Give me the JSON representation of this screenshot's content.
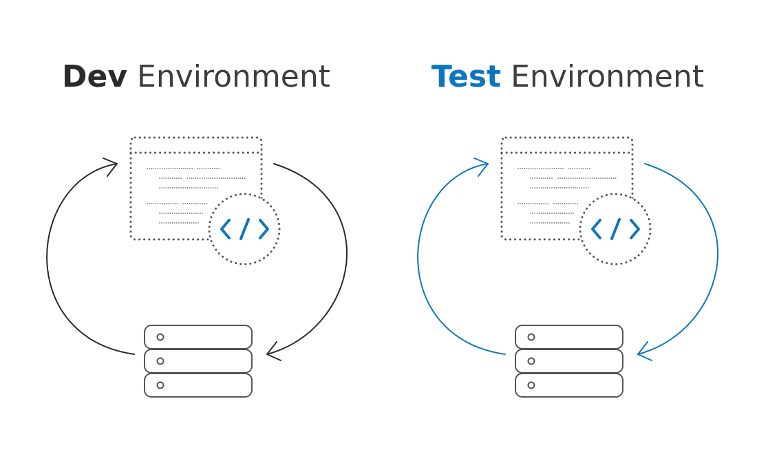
{
  "environments": [
    {
      "key": "dev",
      "title_bold": "Dev",
      "title_rest": " Environment",
      "accent": "#2b2b2b"
    },
    {
      "key": "test",
      "title_bold": "Test",
      "title_rest": " Environment",
      "accent": "#0e76bc"
    }
  ],
  "colors": {
    "text_dark": "#3d3d3d",
    "dev_accent": "#2b2b2b",
    "test_accent": "#0e76bc",
    "outline": "#555555",
    "code_symbol": "#0e76bc"
  },
  "icons": {
    "code_panel": "code-window-icon",
    "code_badge": "code-brackets-icon",
    "server": "server-stack-icon",
    "cycle": "cycle-arrow-icon"
  }
}
